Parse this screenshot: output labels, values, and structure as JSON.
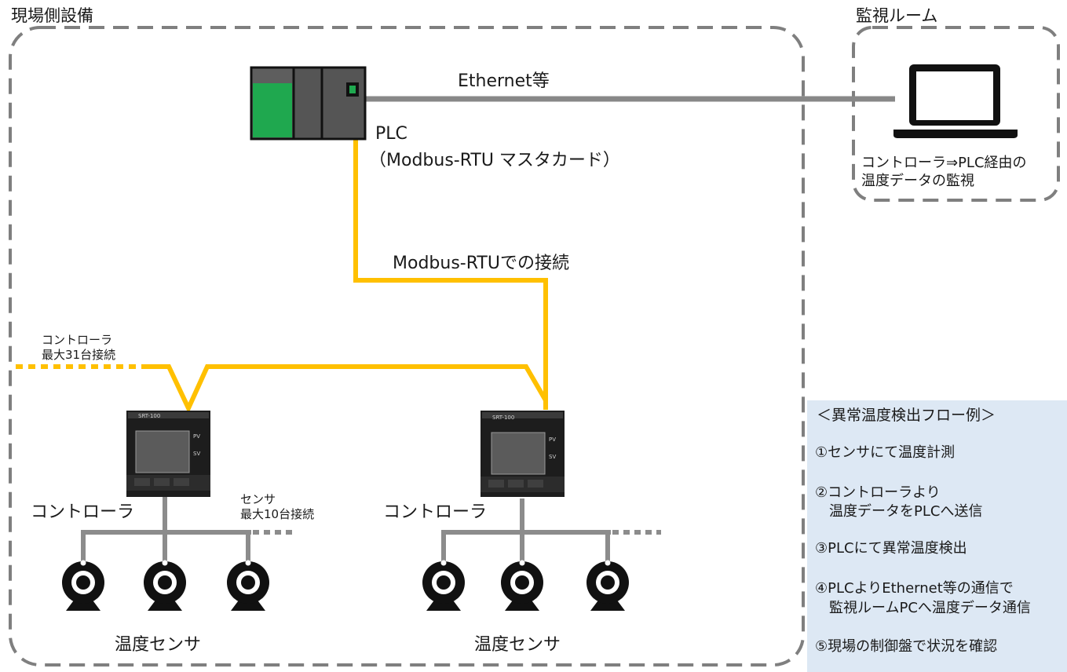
{
  "regions": {
    "field": {
      "title": "現場側設備"
    },
    "monitor_room": {
      "title": "監視ルーム",
      "caption_line1": "コントローラ⇒PLC経由の",
      "caption_line2": "温度データの監視"
    }
  },
  "links": {
    "ethernet_label": "Ethernet等",
    "modbus_label": "Modbus-RTUでの接続"
  },
  "plc": {
    "label": "PLC",
    "sublabel": "（Modbus-RTU マスタカード）",
    "colors": {
      "body": "#555555",
      "card": "#1fa84f"
    }
  },
  "controllers": {
    "max_note_line1": "コントローラ",
    "max_note_line2": "最大31台接続",
    "left_label": "コントローラ",
    "right_label": "コントローラ",
    "faceplate_brand": "SRT-100",
    "pv_tag": "PV",
    "sv_tag": "SV"
  },
  "sensors": {
    "max_note_line1": "センサ",
    "max_note_line2": "最大10台接続",
    "left_group_label": "温度センサ",
    "right_group_label": "温度センサ"
  },
  "flow": {
    "title": "＜異常温度検出フロー例＞",
    "steps": [
      "①センサにて温度計測",
      "②コントローラより",
      "　温度データをPLCへ送信",
      "③PLCにて異常温度検出",
      "④PLCよりEthernet等の通信で",
      "　監視ルームPCへ温度データ通信",
      "⑤現場の制御盤で状況を確認"
    ]
  },
  "colors": {
    "modbus_line": "#ffc000",
    "ethernet_line": "#888888",
    "region_border": "#7f7f7f",
    "flow_panel": "#dde8f4"
  }
}
